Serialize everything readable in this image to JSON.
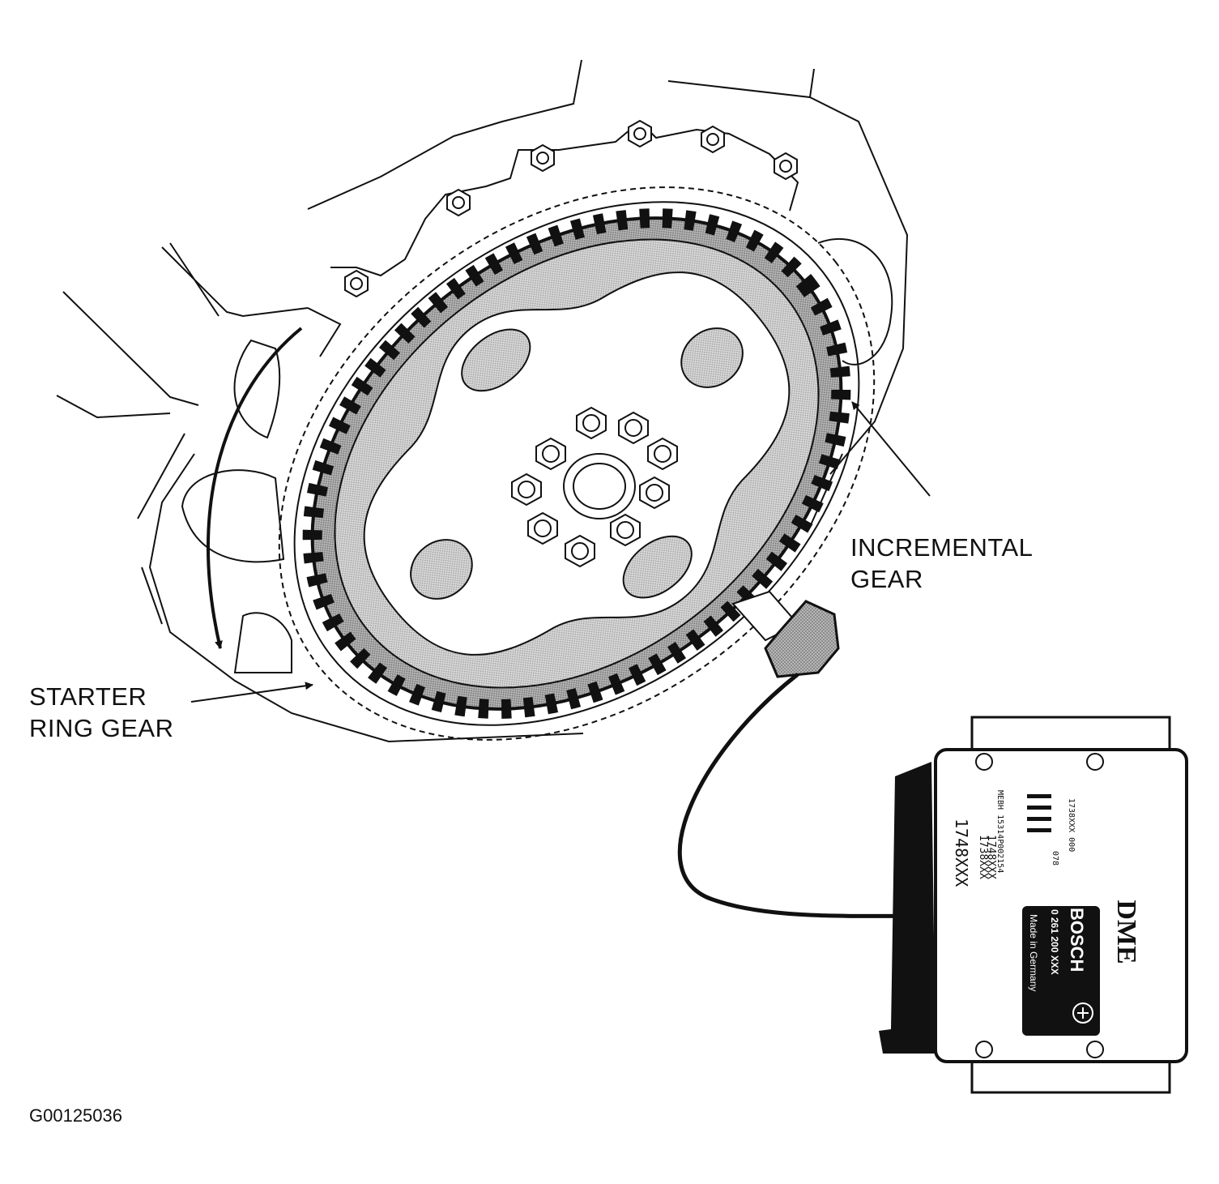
{
  "labels": {
    "incremental_gear": [
      "INCREMENTAL",
      "GEAR"
    ],
    "starter_ring_gear": [
      "STARTER",
      "RING GEAR"
    ]
  },
  "module": {
    "brand": "BOSCH",
    "name": "DME",
    "part_number": "0 261 200 XXX",
    "origin": "Made in Germany",
    "code_lines": [
      "1748XXX",
      "1738XXX",
      "1748XXX",
      "MEBH 15314P002154",
      "1738XXX  000",
      "078"
    ]
  },
  "figure_id": "G00125036",
  "colors": {
    "ink": "#111111",
    "shading": "#c8c8c8",
    "dark_shading": "#8a8a8a",
    "paper": "#ffffff"
  }
}
